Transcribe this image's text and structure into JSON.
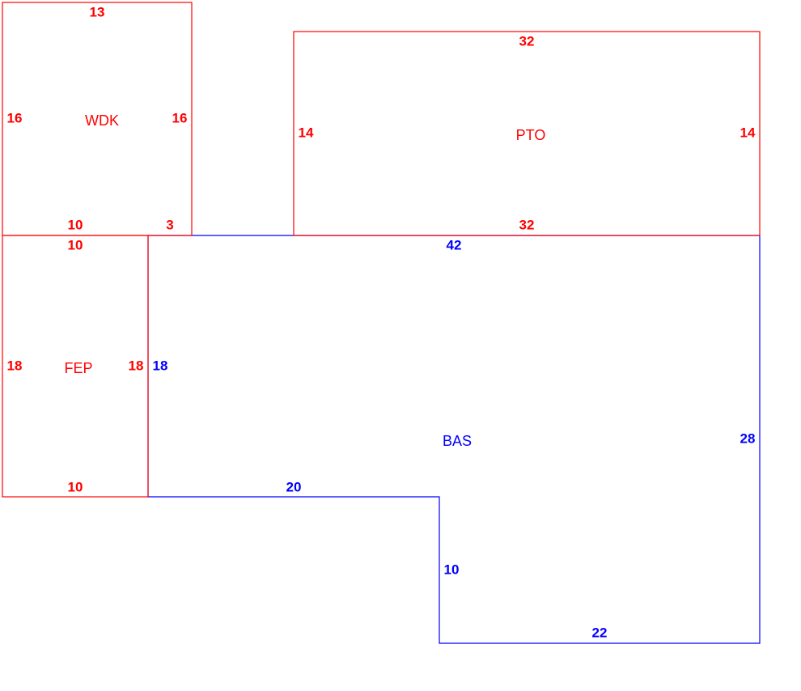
{
  "colors": {
    "secondary_areas": "#ff0000",
    "base_area": "#0000ff"
  },
  "areas": {
    "wdk": {
      "label": "WDK",
      "top": "13",
      "left": "16",
      "right": "16",
      "bottom_a": "10",
      "bottom_b": "3"
    },
    "pto": {
      "label": "PTO",
      "top": "32",
      "left": "14",
      "right": "14",
      "bottom": "32"
    },
    "fep": {
      "label": "FEP",
      "top": "10",
      "left": "18",
      "right": "18",
      "bottom": "10"
    },
    "bas": {
      "label": "BAS",
      "top": "42",
      "left": "18",
      "right": "28",
      "bottom_left": "20",
      "inner": "10",
      "bottom_right": "22"
    }
  }
}
